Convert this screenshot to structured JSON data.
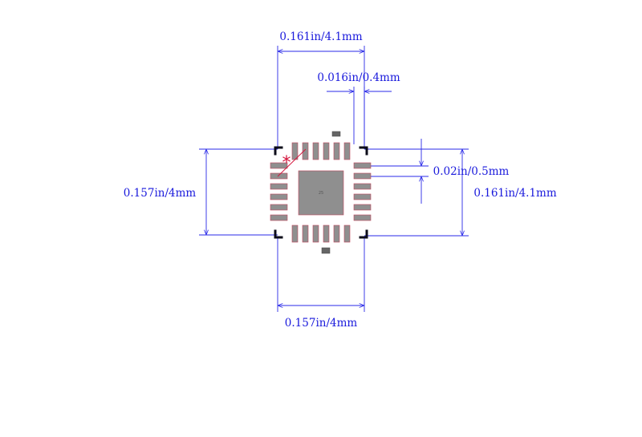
{
  "dimensions": {
    "top_width": "0.161in/4.1mm",
    "pin_width": "0.016in/0.4mm",
    "pin_pitch": "0.02in/0.5mm",
    "left_height": "0.157in/4mm",
    "right_height": "0.161in/4.1mm",
    "bottom_width": "0.157in/4mm"
  },
  "center_pad_label": "25",
  "pin1_marker": "*",
  "colors": {
    "dimension": "#2a2ae8",
    "pad_fill": "#8f8f8f",
    "pad_outline": "#c0475d",
    "outline": "#0d0d1a",
    "pin1_marker": "#d4143c"
  }
}
